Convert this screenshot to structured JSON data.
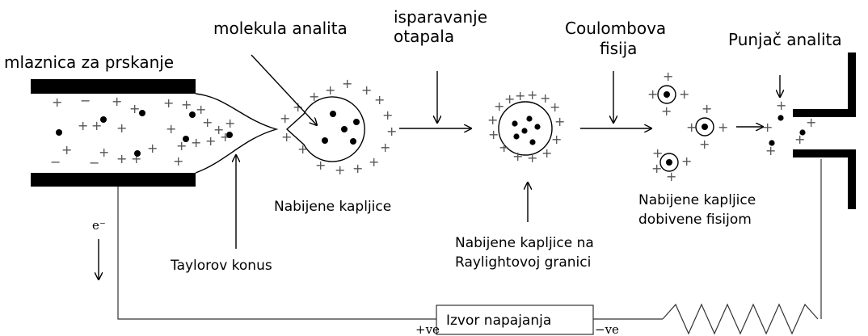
{
  "labels": {
    "nozzle": "mlaznica za prskanje",
    "analyte_molecule": "molekula analita",
    "solvent_evaporation_1": "isparavanje",
    "solvent_evaporation_2": "otapala",
    "coulomb_fission_1": "Coulombova",
    "coulomb_fission_2": "fisija",
    "analyte_charger": "Punjač analita",
    "charged_droplets": "Nabijene kapljice",
    "rayleigh_1": "Nabijene kapljice na",
    "rayleigh_2": "Raylightovoj granici",
    "fission_droplets_1": "Nabijene kapljice",
    "fission_droplets_2": "dobivene fisijom",
    "taylor_cone": "Taylorov konus",
    "electron": "e⁻",
    "power_supply": "Izvor napajanja",
    "plus_ve": "+ve",
    "minus_ve": "−ve"
  },
  "symbols": {
    "plus": "+",
    "minus": "−"
  }
}
